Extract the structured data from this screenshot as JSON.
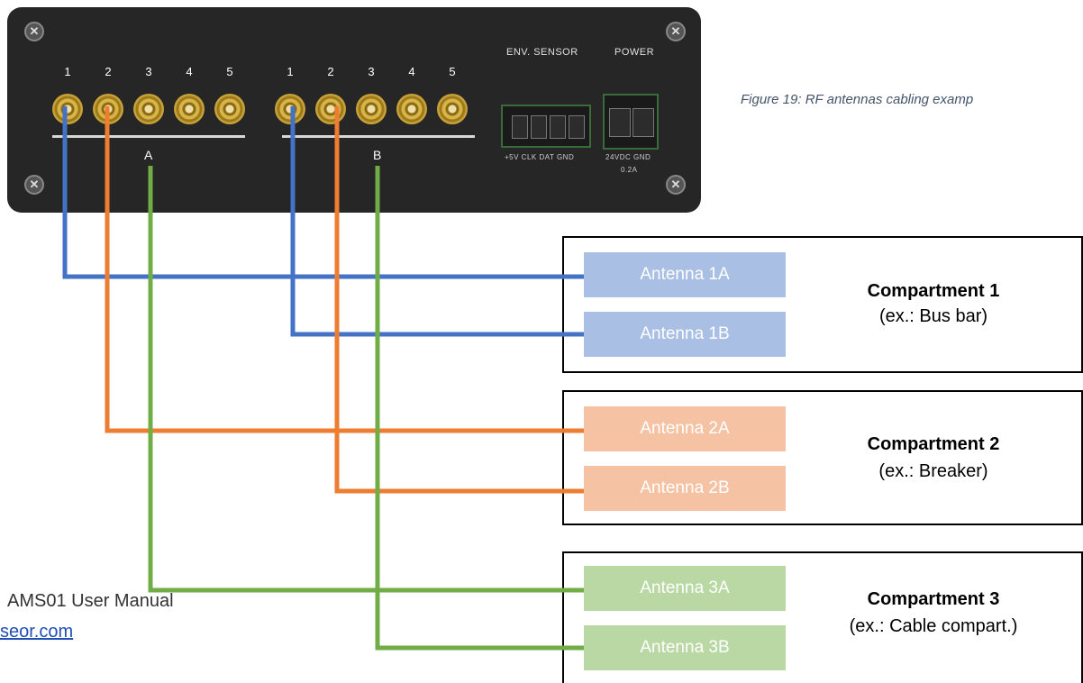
{
  "device": {
    "group_a": {
      "letter": "A",
      "ports": [
        "1",
        "2",
        "3",
        "4",
        "5"
      ]
    },
    "group_b": {
      "letter": "B",
      "ports": [
        "1",
        "2",
        "3",
        "4",
        "5"
      ]
    },
    "env_sensor": {
      "title": "ENV. SENSOR",
      "pins": "+5V CLK DAT GND"
    },
    "power": {
      "title": "POWER",
      "pins": "24VDC GND",
      "rating": "0.2A"
    }
  },
  "caption": "Figure 19: RF antennas cabling examp",
  "compartments": [
    {
      "title": "Compartment 1",
      "subtitle": "(ex.: Bus bar)"
    },
    {
      "title": "Compartment 2",
      "subtitle": "(ex.: Breaker)"
    },
    {
      "title": "Compartment 3",
      "subtitle": "(ex.: Cable compart.)"
    }
  ],
  "antennas": [
    "Antenna 1A",
    "Antenna 1B",
    "Antenna 2A",
    "Antenna 2B",
    "Antenna 3A",
    "Antenna 3B"
  ],
  "colors": {
    "wire_blue": "#4472c4",
    "wire_orange": "#ed7d31",
    "wire_green": "#70ad47",
    "antenna_1": "#a9bfe4",
    "antenna_2": "#f5c2a3",
    "antenna_3": "#b9d8a3",
    "device_body": "#262626"
  },
  "footer": {
    "manual": "AMS01 User Manual",
    "link": "seor.com"
  }
}
